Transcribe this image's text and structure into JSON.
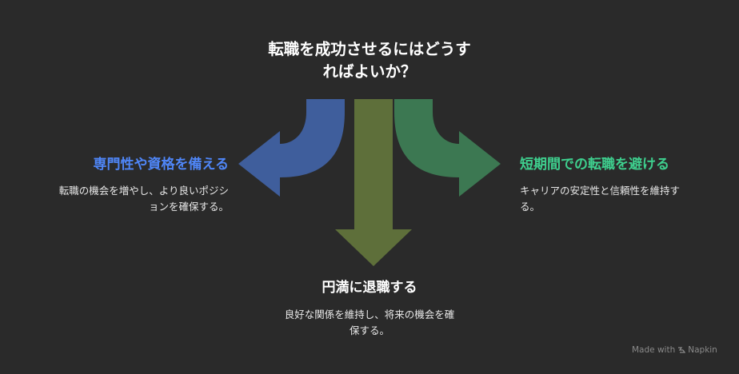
{
  "title": {
    "line1": "転職を成功させるにはどうす",
    "line2": "ればよいか？"
  },
  "options": {
    "left": {
      "heading": "専門性や資格を備える",
      "desc_line1": "転職の機会を増やし、より良いポジシ",
      "desc_line2": "ョンを確保する。"
    },
    "right": {
      "heading": "短期間での転職を避ける",
      "desc_line1": "キャリアの安定性と信頼性を維持す",
      "desc_line2": "る。"
    },
    "bottom": {
      "heading": "円満に退職する",
      "desc_line1": "良好な関係を維持し、将来の機会を確",
      "desc_line2": "保する。"
    }
  },
  "colors": {
    "background": "#2a2a2a",
    "left_arrow": "#3f5e9c",
    "center_arrow": "#5e6f3a",
    "right_arrow": "#3c7852",
    "left_heading": "#4f86f7",
    "right_heading": "#3ecf8e"
  },
  "credit": {
    "prefix": "Made with",
    "brand": "Napkin"
  }
}
